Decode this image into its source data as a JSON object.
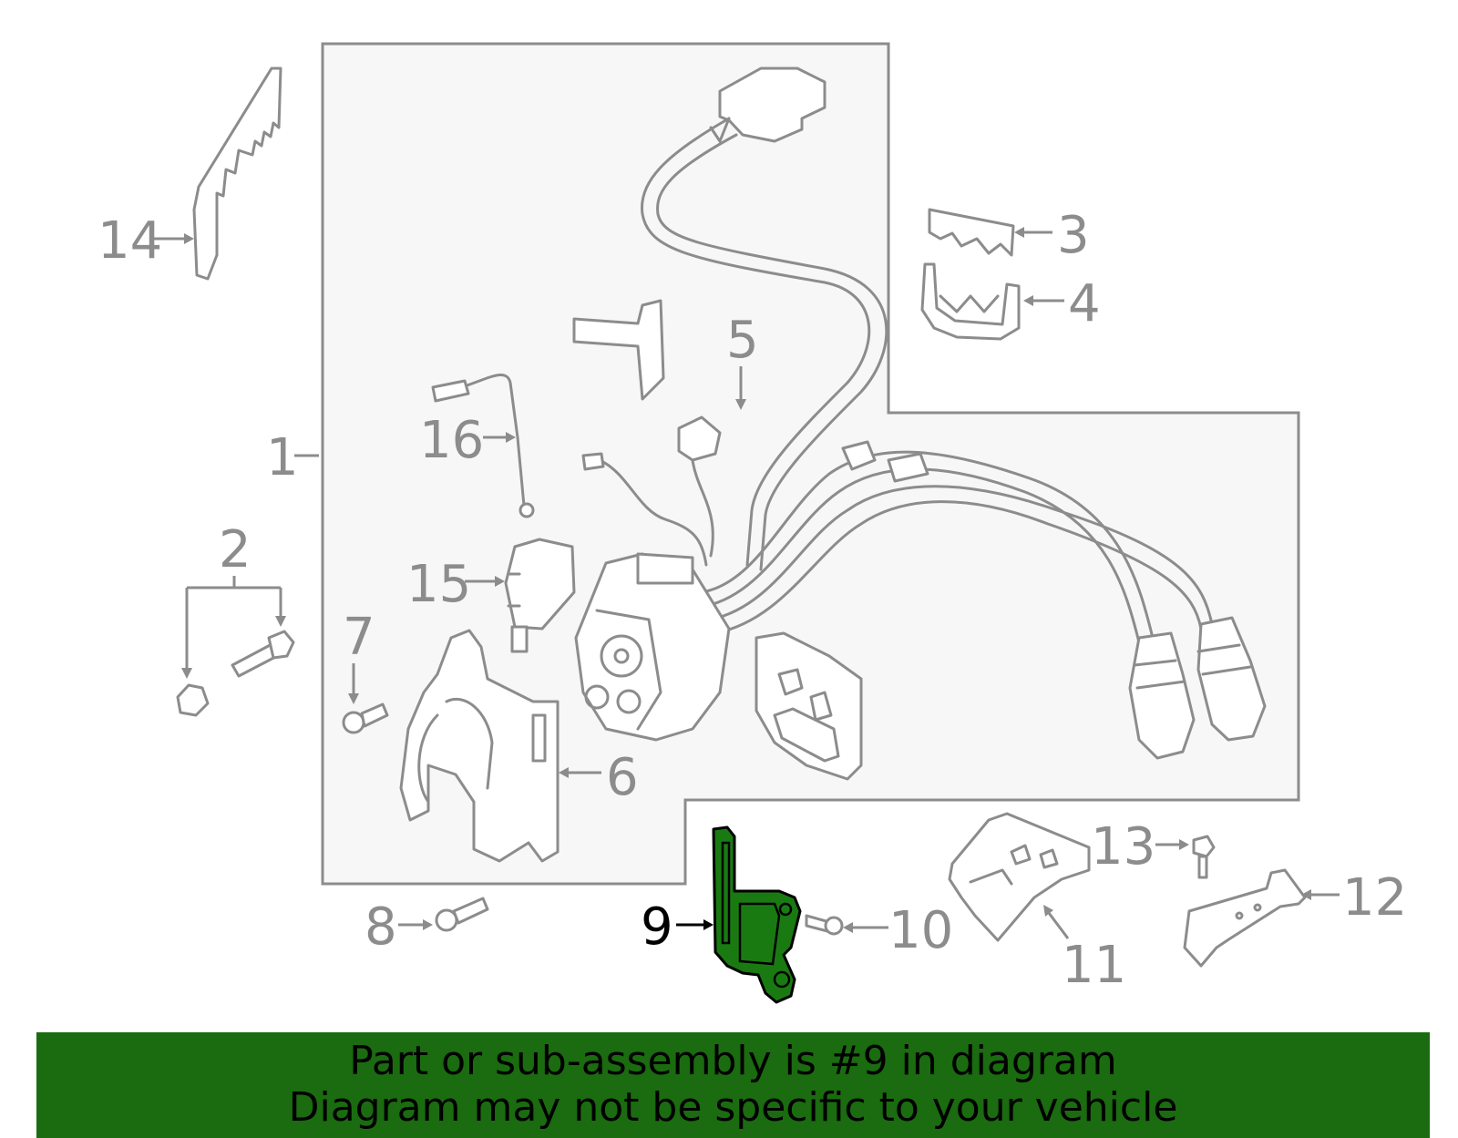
{
  "callouts": {
    "c1": "1",
    "c2": "2",
    "c3": "3",
    "c4": "4",
    "c5": "5",
    "c6": "6",
    "c7": "7",
    "c8": "8",
    "c9": "9",
    "c10": "10",
    "c11": "11",
    "c12": "12",
    "c13": "13",
    "c14": "14",
    "c15": "15",
    "c16": "16"
  },
  "highlighted_part": "9",
  "colors": {
    "highlight": "#1a7a12",
    "banner": "#1b6b10",
    "line": "#8c8c8c",
    "assembly_box": "#f7f7f7"
  },
  "banner": {
    "line1": "Part or sub-assembly is #9 in diagram",
    "line2": "Diagram may not be specific to your vehicle"
  }
}
